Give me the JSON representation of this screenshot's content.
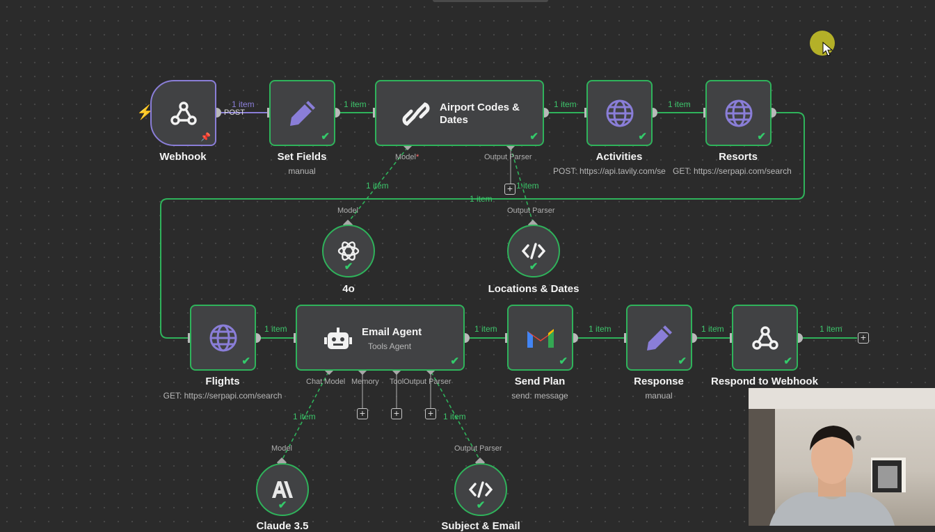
{
  "nodes": {
    "webhook": {
      "label": "Webhook",
      "subtitle": ""
    },
    "set_fields": {
      "label": "Set Fields",
      "subtitle": "manual"
    },
    "airport": {
      "label": "Airport Codes & Dates",
      "subtitle": "",
      "ports": {
        "model": "Model",
        "output_parser": "Output Parser"
      }
    },
    "activities": {
      "label": "Activities",
      "subtitle": "POST: https://api.tavily.com/se"
    },
    "resorts": {
      "label": "Resorts",
      "subtitle": "GET: https://serpapi.com/search"
    },
    "model_4o": {
      "label": "4o",
      "port": "Model"
    },
    "locations": {
      "label": "Locations & Dates",
      "port": "Output Parser"
    },
    "flights": {
      "label": "Flights",
      "subtitle": "GET: https://serpapi.com/search"
    },
    "email_agent": {
      "label": "Email Agent",
      "subtitle": "Tools Agent",
      "ports": {
        "chat_model": "Chat Model",
        "memory": "Memory",
        "tool": "Tool",
        "output_parser": "Output Parser"
      }
    },
    "send_plan": {
      "label": "Send Plan",
      "subtitle": "send: message"
    },
    "response": {
      "label": "Response",
      "subtitle": "manual"
    },
    "respond_webhook": {
      "label": "Respond to Webhook",
      "subtitle": ""
    },
    "claude": {
      "label": "Claude 3.5",
      "port": "Model"
    },
    "subject": {
      "label": "Subject & Email",
      "port": "Output Parser"
    }
  },
  "connections": {
    "item_label": "1 item",
    "post_label": "POST"
  },
  "icons": {
    "webhook": "webhook-icon",
    "set_fields": "pencil-icon",
    "airport": "link-icon",
    "activities": "globe-icon",
    "resorts": "globe-icon",
    "model_4o": "openai-icon",
    "locations": "code-icon",
    "flights": "globe-icon",
    "email_agent": "robot-icon",
    "send_plan": "gmail-icon",
    "response": "pencil-icon",
    "respond_webhook": "webhook-icon",
    "claude": "anthropic-icon",
    "subject": "code-icon"
  },
  "colors": {
    "canvas": "#2b2b2b",
    "node_fill": "#414244",
    "success": "#2fb35b",
    "trigger_border": "#8a7ed8",
    "icon_purple": "#8a7ed8",
    "trigger_bolt": "#ff5a5a"
  }
}
